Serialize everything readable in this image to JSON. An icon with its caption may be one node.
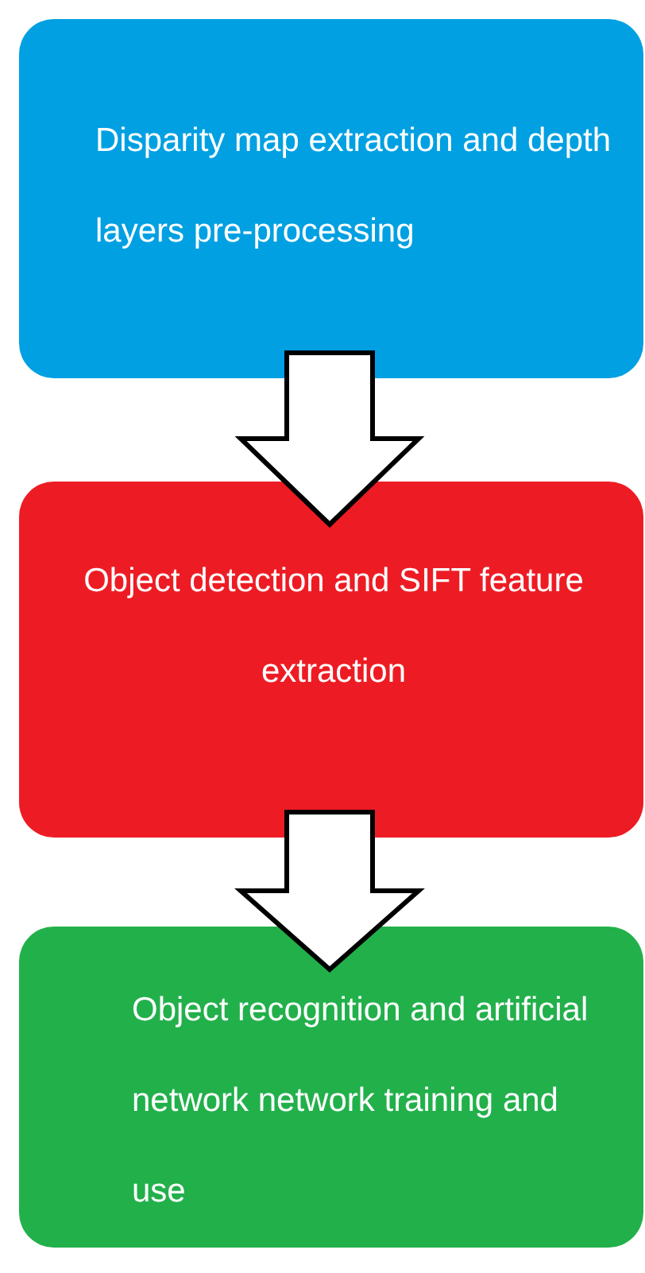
{
  "diagram": {
    "nodes": [
      {
        "text": [
          "Disparity map extraction and depth layers pre-processing"
        ]
      },
      {
        "text": [
          "Object detection and SIFT feature extraction"
        ]
      },
      {
        "text": [
          "Object recognition and artificial network network training and use"
        ]
      }
    ],
    "edges": [
      {
        "from": 0,
        "to": 1,
        "arrow": "to"
      },
      {
        "from": 1,
        "to": 2,
        "arrow": "to"
      }
    ]
  }
}
